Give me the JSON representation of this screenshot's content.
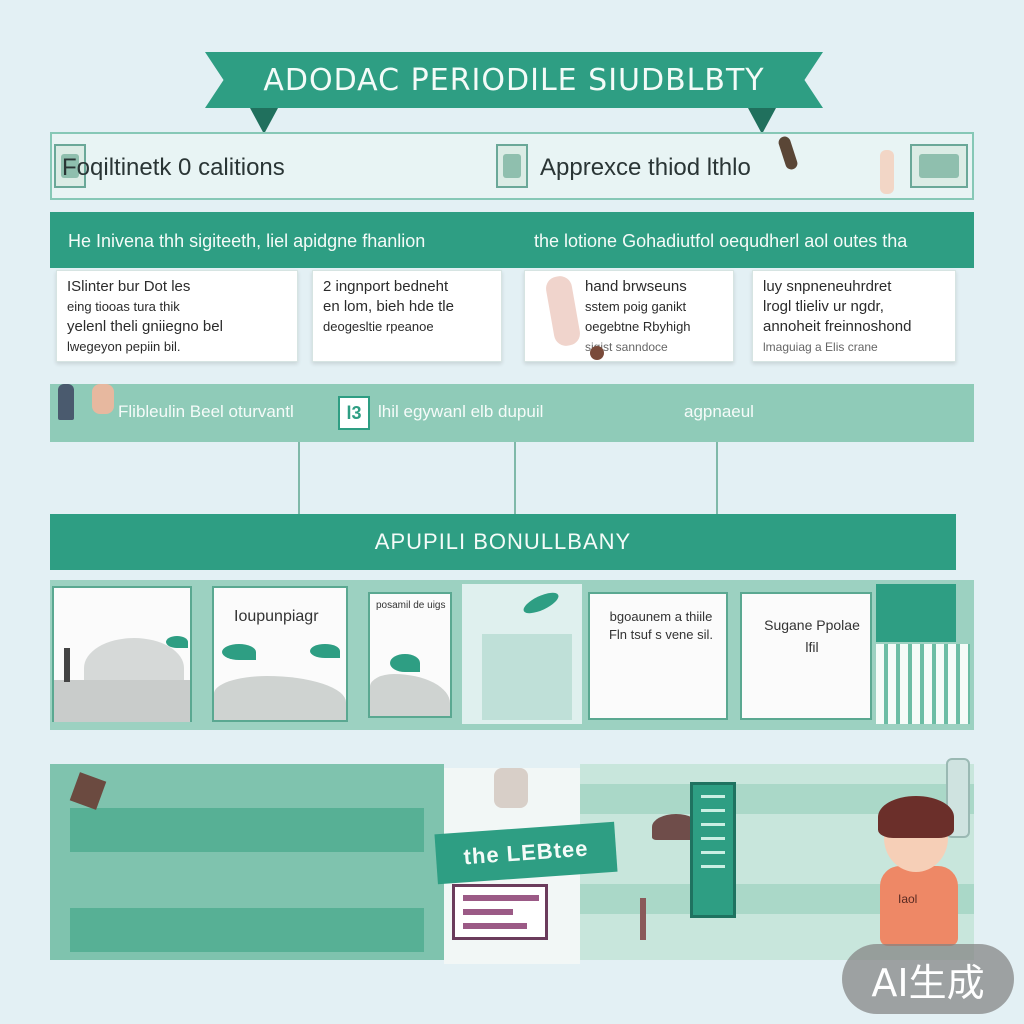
{
  "banner": {
    "title": "ADODAC PERIODILE SIUDBLBTY"
  },
  "header": {
    "left_title": "Foqiltinetk 0 calitions",
    "right_title": "Apprexce thiod lthlo"
  },
  "subtitle_bar": {
    "left_text": "He Inivena thh sigiteeth, liel apidgne fhanlion",
    "right_text": "the lotione Gohadiutfol oequdherl aol outes tha"
  },
  "cards": [
    {
      "lines": [
        "ISlinter bur Dot les",
        "eing tiooas tura thik",
        "yelenl theli gniiegno bel",
        "lwegeyon pepiin bil."
      ]
    },
    {
      "lines": [
        "2 ingnport bedneht",
        "en lom, bieh hde tle",
        "deogesltie rpeanoe"
      ]
    },
    {
      "lines": [
        "hand brwseuns",
        "sstem poig ganikt",
        "oegebtne Rbyhigh",
        "sigist sanndoce"
      ]
    },
    {
      "lines": [
        "luy snpneneuhrdret",
        "lrogl tlieliv ur ngdr,",
        "annoheit freinnoshond",
        "lmaguiag a Elis crane"
      ]
    }
  ],
  "mid_band": {
    "left_text": "Flibleulin Beel oturvantl",
    "badge": "l3",
    "center_text": "lhil egywanl elb dupuil",
    "right_text": "agpnaeul"
  },
  "section_banner": {
    "title": "APUPILI BONULLBANY"
  },
  "gallery": [
    {
      "label": ""
    },
    {
      "label": "Ioupunpiagr"
    },
    {
      "label": "posamil de uigs"
    },
    {
      "label": ""
    },
    {
      "label": "bgoaunem a thiile Fln tsuf s vene sil."
    },
    {
      "label": "Sugane Ppolae lfil"
    }
  ],
  "bottom": {
    "sign_text": "the LEBtee",
    "character_badge": "Iaol"
  },
  "watermark": {
    "text": "AI生成"
  },
  "colors": {
    "accent": "#2e9e83",
    "accent_light": "#8fcbb8",
    "background": "#e3f0f4"
  }
}
